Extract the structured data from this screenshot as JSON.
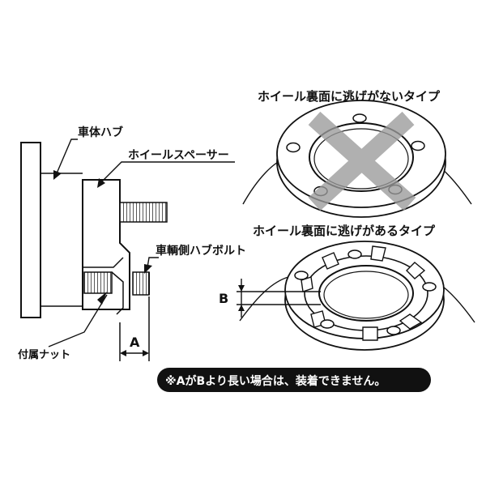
{
  "left_diagram": {
    "label_hub": "車体ハブ",
    "label_spacer": "ホイールスペーサー",
    "label_vehicle_bolt": "車輌側ハブボルト",
    "label_nut": "付属ナット",
    "dim_a": "A"
  },
  "right_top": {
    "title": "ホイール裏面に逃げがないタイプ"
  },
  "right_bottom": {
    "title": "ホイール裏面に逃げがあるタイプ",
    "dim_b": "B"
  },
  "warning": {
    "text": "※AがBより長い場合は、装着できません。"
  },
  "colors": {
    "ink": "#111111",
    "cross_gray": "#9a9a9a",
    "warning_bg": "#111111",
    "warning_fg": "#ffffff"
  }
}
